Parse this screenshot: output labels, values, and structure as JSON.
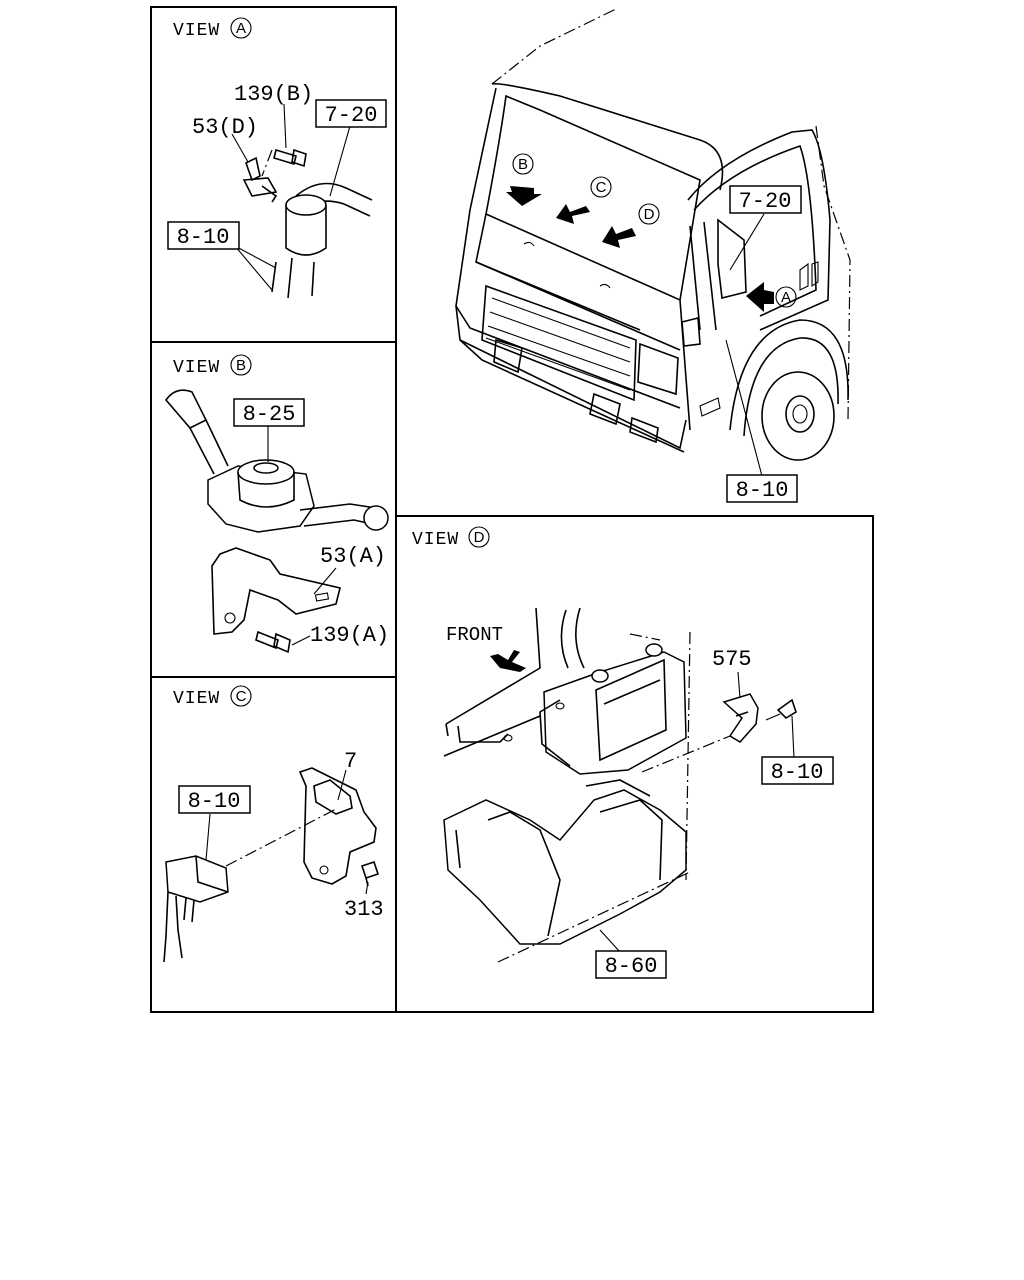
{
  "views": {
    "a": {
      "word": "VIEW",
      "letter": "A"
    },
    "b": {
      "word": "VIEW",
      "letter": "B"
    },
    "c": {
      "word": "VIEW",
      "letter": "C"
    },
    "d": {
      "word": "VIEW",
      "letter": "D"
    }
  },
  "labels": {
    "va_bolt": "139(B)",
    "va_bracket": "53(D)",
    "va_harness": "7-20",
    "va_connector": "8-10",
    "vb_switch": "8-25",
    "vb_bracket": "53(A)",
    "vb_bolt": "139(A)",
    "vc_bracket": "7",
    "vc_connector": "8-10",
    "vc_screw": "313",
    "vd_front": "FRONT",
    "vd_clip": "575",
    "vd_connector": "8-10",
    "vd_unit": "8-60",
    "truck_harness": "7-20",
    "truck_connector": "8-10"
  },
  "truck_markers": {
    "b": "B",
    "c": "C",
    "d": "D",
    "a": "A"
  }
}
